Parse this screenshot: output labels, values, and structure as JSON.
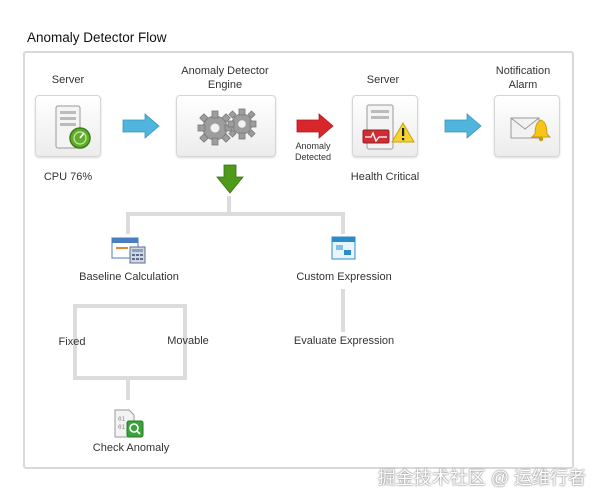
{
  "title": "Anomaly Detector Flow",
  "nodes": {
    "server1": {
      "label": "Server",
      "status": "CPU 76%"
    },
    "engine": {
      "label_line1": "Anomaly Detector",
      "label_line2": "Engine"
    },
    "arrow_label": {
      "line1": "Anomaly",
      "line2": "Detected"
    },
    "server2": {
      "label": "Server",
      "status": "Health Critical"
    },
    "notification": {
      "label_line1": "Notification",
      "label_line2": "Alarm"
    }
  },
  "branches": {
    "baseline": {
      "label": "Baseline Calculation",
      "fixed": "Fixed",
      "movable": "Movable"
    },
    "custom": {
      "label": "Custom Expression",
      "evaluate": "Evaluate Expression"
    },
    "check": {
      "label": "Check Anomaly"
    }
  },
  "watermark": "掘金技术社区 @ 运维行者",
  "colors": {
    "blue_arrow": "#4fb5dc",
    "red_arrow": "#d9262b",
    "green_arrow": "#4f9a1a",
    "connector": "#dcdcdc"
  },
  "icons": [
    "server-gauge-icon",
    "gears-icon",
    "server-alert-icon",
    "envelope-bell-icon",
    "calculator-icon",
    "window-icon",
    "document-search-icon"
  ]
}
